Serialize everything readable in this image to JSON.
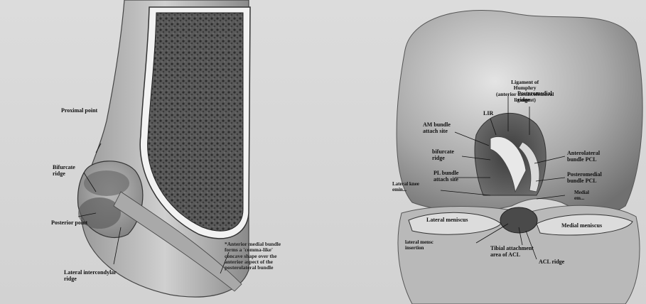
{
  "left_figure": {
    "labels": {
      "proximal_point": "Proximal point",
      "bifurcate_ridge": "Bifurcate\nridge",
      "posterior_point": "Posterior point",
      "lateral_intercondylar_ridge": "Lateral intercondylar\nridge",
      "caption": "*Anterior medial bundle\nforms a 'comma-like'\nconcave shape over the\nanterior aspect of the\nposterolateral bundle"
    }
  },
  "right_figure": {
    "labels": {
      "ligament_of_humphry": "Ligament of\nHumphry\n(anterior meniscofemoral\nligament)",
      "lir": "LIR",
      "am_bundle": "AM bundle\nattach site",
      "posteromedial_ridge": "Posteromedial\nridge",
      "bifurcate_ridge": "bifurcate\nridge",
      "anterolateral_bundle": "Anterolateral\nbundle PCL",
      "pl_bundle": "PL bundle\nattach site",
      "posteromedial_bundle": "Posteromedial\nbundle PCL",
      "lateral_edge": "Lateral knee\nemin...",
      "medial_edge": "Medial\nem...",
      "lateral_meniscus": "Lateral meniscus",
      "medial_meniscus": "Medial meniscus",
      "lateral_insertion": "lateral mensc\ninsertion",
      "tibial_attachment": "Tibial attachment\narea of ACL",
      "acl_ridge": "ACL ridge"
    }
  }
}
